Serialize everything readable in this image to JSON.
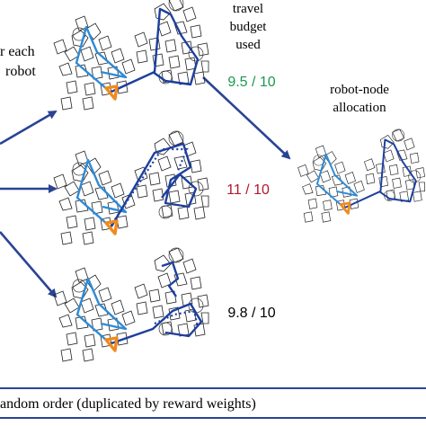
{
  "header": {
    "budget_label_line1": "travel",
    "budget_label_line2": "budget",
    "budget_label_line3": "used",
    "left_label_line1": "r each",
    "left_label_line2": "robot"
  },
  "scenarios": [
    {
      "budget": "9.5 / 10",
      "color": "#1a9850"
    },
    {
      "budget": "11 / 10",
      "color": "#b2182b"
    },
    {
      "budget": "9.8 / 10",
      "color": "#000000"
    }
  ],
  "result": {
    "label_line1": "robot-node",
    "label_line2": "allocation"
  },
  "footer": {
    "caption": "andom order (duplicated by reward weights)"
  },
  "colors": {
    "route_light": "#2e8bd6",
    "route_dark": "#1d3f9e",
    "depot": "#f08a1c",
    "arrow": "#2a4494"
  }
}
